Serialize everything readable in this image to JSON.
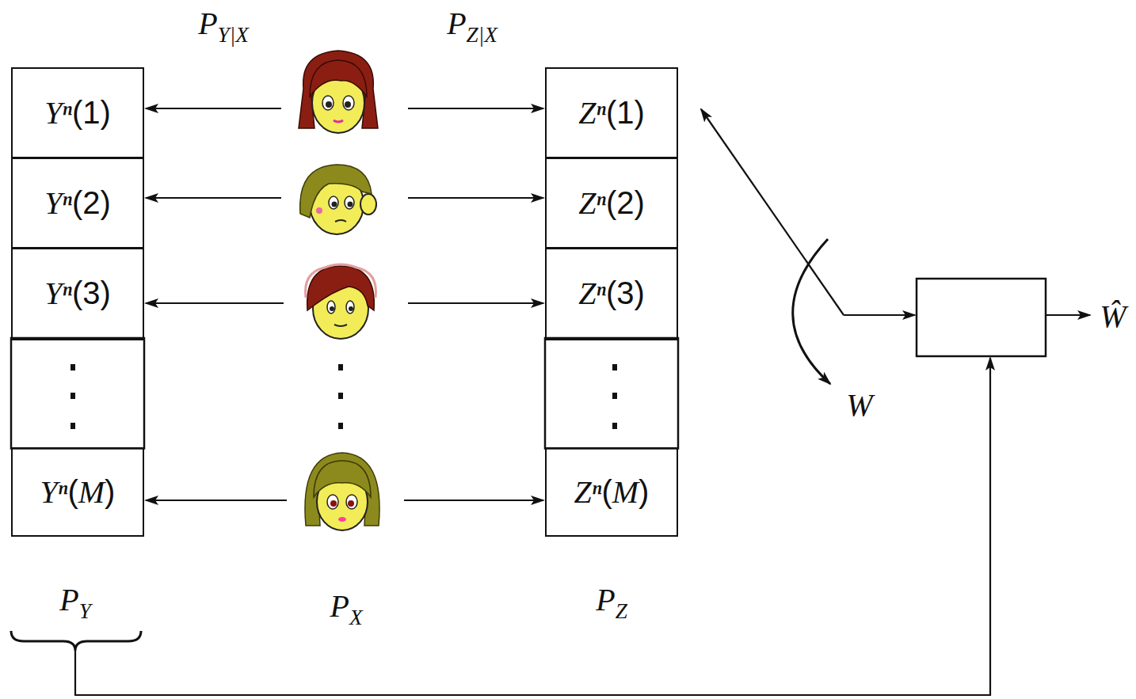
{
  "diagram": {
    "nodes": [
      {
        "text": [
          "Yⁿ(1)"
        ]
      },
      {
        "text": [
          "Yⁿ(2)"
        ]
      },
      {
        "text": [
          "Yⁿ(3)"
        ]
      },
      {
        "text": [
          "Yⁿ(M)"
        ]
      },
      {
        "text": [
          "Zⁿ(1)"
        ]
      },
      {
        "text": [
          "Zⁿ(2)"
        ]
      },
      {
        "text": [
          "Zⁿ(3)"
        ]
      },
      {
        "text": [
          "Zⁿ(M)"
        ]
      }
    ],
    "labels": [
      "PY|X",
      "PZ|X",
      "PY",
      "PX",
      "PZ",
      "W",
      "Ŵ"
    ]
  }
}
